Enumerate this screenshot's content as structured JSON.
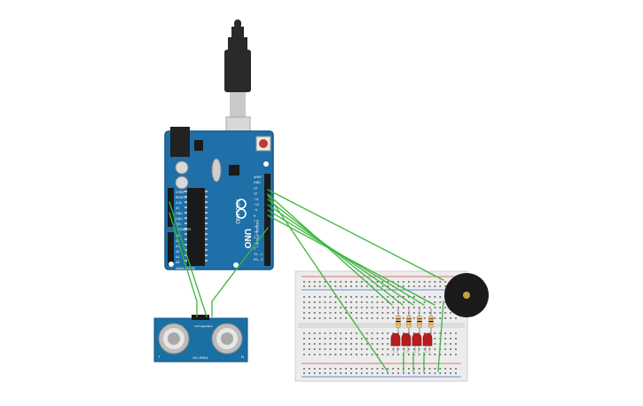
{
  "board": {
    "brand": "ARDUINO",
    "model": "UNO",
    "power_labels": [
      "IOREF",
      "RESET",
      "3.3V",
      "5V",
      "GND",
      "GND",
      "VIN"
    ],
    "analog_labels": [
      "A0",
      "A1",
      "A2",
      "A3",
      "A4",
      "A5"
    ],
    "digital_header_labels": [
      "AREF",
      "GND",
      "13",
      "12",
      "~11",
      "~10",
      "~9",
      "8",
      "7",
      "~6",
      "~5",
      "4",
      "~3",
      "2",
      "TX→1",
      "RX←0"
    ],
    "section_power": "POWER",
    "section_analog": "ANALOG IN",
    "section_digital": "DIGITAL (PWM~)"
  },
  "sensor": {
    "name": "HC-SR04",
    "pin_labels": [
      "Vcc",
      "Trig",
      "Echo",
      "Gnd"
    ],
    "left_note": "T",
    "right_note": "R"
  },
  "components": {
    "leds": 4,
    "resistors": 4,
    "buzzer": 1
  },
  "colors": {
    "board": "#1f6fa8",
    "board_edge": "#175a8a",
    "wire": "#3db53d",
    "led": "#b81d1d",
    "resistor": "#e7c38a",
    "breadboard": "#ececec",
    "buzzer": "#1b1b1b",
    "buzzer_center": "#c9a23a",
    "usb": "#2a2a2a",
    "sensor_board": "#1a6fa3"
  }
}
